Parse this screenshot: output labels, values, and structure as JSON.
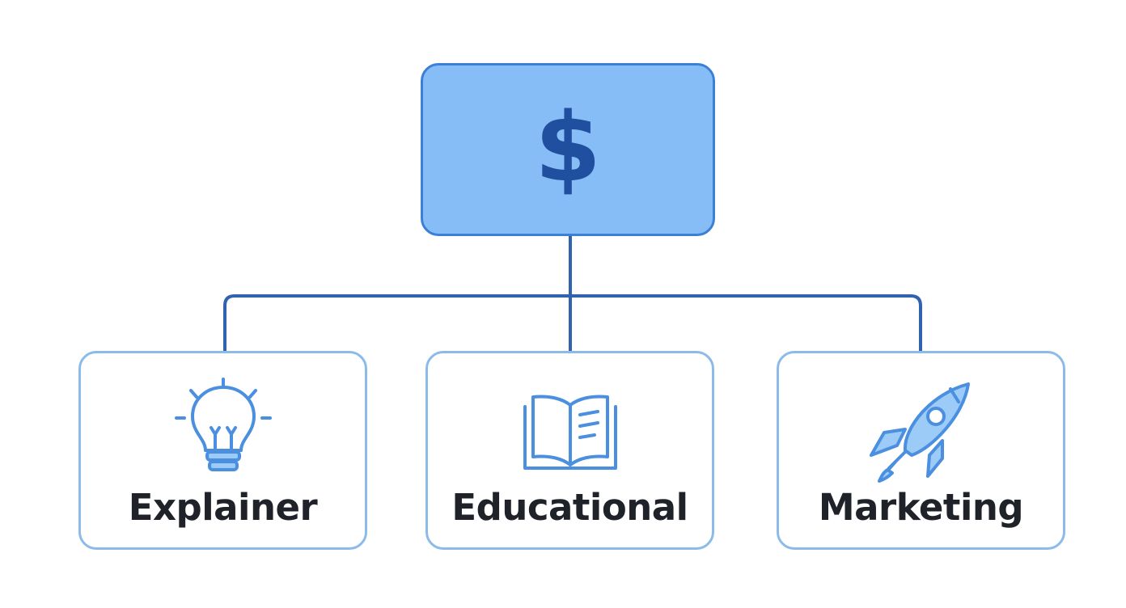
{
  "root": {
    "symbol": "$",
    "icon": "dollar-sign-icon"
  },
  "children": [
    {
      "label": "Explainer",
      "icon": "lightbulb-icon"
    },
    {
      "label": "Educational",
      "icon": "open-book-icon"
    },
    {
      "label": "Marketing",
      "icon": "rocket-icon"
    }
  ],
  "colors": {
    "root_fill": "#86bdf7",
    "root_border": "#3c7fd6",
    "root_symbol": "#1f4f9e",
    "connector": "#2f63b0",
    "card_border": "#8cbbea",
    "icon_stroke": "#4b8fe0",
    "icon_fill": "#9ccbf7",
    "label_text": "#1f2329"
  }
}
